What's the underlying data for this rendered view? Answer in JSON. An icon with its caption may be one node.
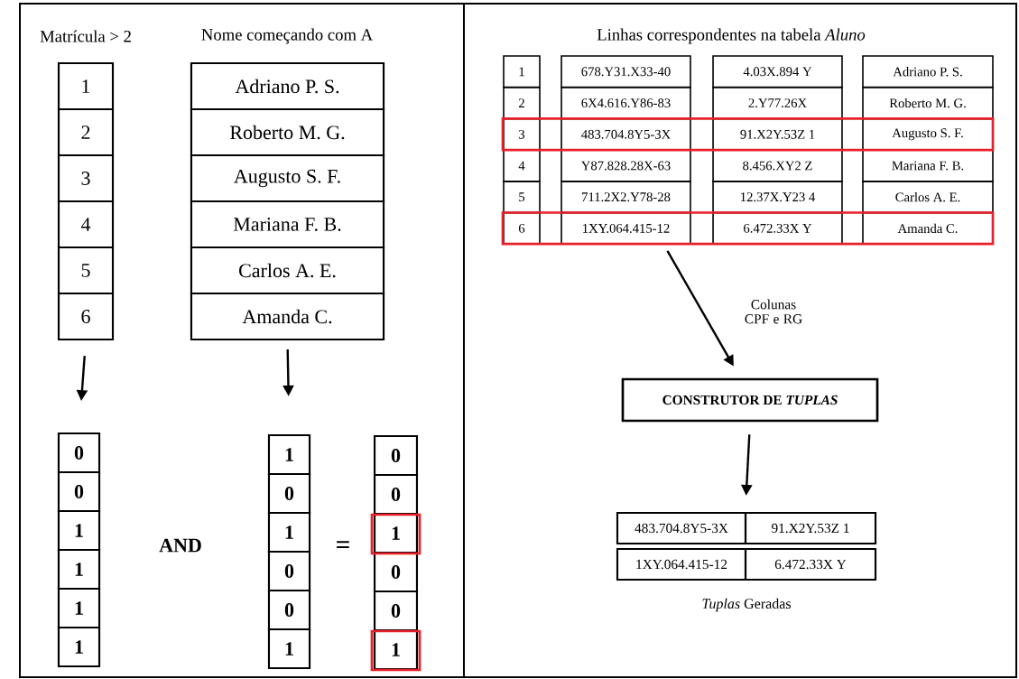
{
  "diagram": {
    "nodes": [
      {
        "text": [
          "1"
        ]
      },
      {
        "text": [
          "2"
        ]
      },
      {
        "text": [
          "3"
        ]
      },
      {
        "text": [
          "4"
        ]
      },
      {
        "text": [
          "5"
        ]
      },
      {
        "text": [
          "6"
        ]
      },
      {
        "text": [
          "Adriano P. S."
        ]
      },
      {
        "text": [
          "Roberto M. G."
        ]
      },
      {
        "text": [
          "Augusto S. F."
        ]
      },
      {
        "text": [
          "Mariana F. B."
        ]
      },
      {
        "text": [
          "Carlos A. E."
        ]
      },
      {
        "text": [
          "Amanda C."
        ]
      },
      {
        "text": [
          "0"
        ]
      },
      {
        "text": [
          "0"
        ]
      },
      {
        "text": [
          "1"
        ]
      },
      {
        "text": [
          "1"
        ]
      },
      {
        "text": [
          "1"
        ]
      },
      {
        "text": [
          "1"
        ]
      },
      {
        "text": [
          "1"
        ]
      },
      {
        "text": [
          "0"
        ]
      },
      {
        "text": [
          "1"
        ]
      },
      {
        "text": [
          "0"
        ]
      },
      {
        "text": [
          "0"
        ]
      },
      {
        "text": [
          "1"
        ]
      },
      {
        "text": [
          "0"
        ]
      },
      {
        "text": [
          "0"
        ]
      },
      {
        "text": [
          "1"
        ]
      },
      {
        "text": [
          "0"
        ]
      },
      {
        "text": [
          "0"
        ]
      },
      {
        "text": [
          "1"
        ]
      },
      {
        "text": [
          "1"
        ]
      },
      {
        "text": [
          "678.Y31.X33-40"
        ]
      },
      {
        "text": [
          "4.03X.894 Y"
        ]
      },
      {
        "text": [
          "Adriano P. S."
        ]
      },
      {
        "text": [
          "2"
        ]
      },
      {
        "text": [
          "6X4.616.Y86-83"
        ]
      },
      {
        "text": [
          "2.Y77.26X"
        ]
      },
      {
        "text": [
          "Roberto M. G."
        ]
      },
      {
        "text": [
          "3"
        ]
      },
      {
        "text": [
          "483.704.8Y5-3X"
        ]
      },
      {
        "text": [
          "91.X2Y.53Z 1"
        ]
      },
      {
        "text": [
          "Augusto S. F."
        ]
      },
      {
        "text": [
          "4"
        ]
      },
      {
        "text": [
          "Y87.828.28X-63"
        ]
      },
      {
        "text": [
          "8.456.XY2 Z"
        ]
      },
      {
        "text": [
          "Mariana F. B."
        ]
      },
      {
        "text": [
          "5"
        ]
      },
      {
        "text": [
          "711.2X2.Y78-28"
        ]
      },
      {
        "text": [
          "12.37X.Y23 4"
        ]
      },
      {
        "text": [
          "Carlos A. E."
        ]
      },
      {
        "text": [
          "6"
        ]
      },
      {
        "text": [
          "1XY.064.415-12"
        ]
      },
      {
        "text": [
          "6.472.33X Y"
        ]
      },
      {
        "text": [
          "Amanda C."
        ]
      },
      {
        "text": [
          "CONSTRUTOR DE *TUPLAS*"
        ]
      },
      {
        "text": [
          "483.704.8Y5-3X"
        ]
      },
      {
        "text": [
          "91.X2Y.53Z 1"
        ]
      },
      {
        "text": [
          "1XY.064.415-12"
        ]
      },
      {
        "text": [
          "6.472.33X Y"
        ]
      }
    ],
    "edges": [
      {
        "from": 5,
        "to": 12,
        "arrow": "to"
      },
      {
        "from": 11,
        "to": 18,
        "arrow": "to"
      },
      {
        "from": 51,
        "to": 54,
        "arrow": "to",
        "label": "Colunas CPF e RG"
      },
      {
        "from": 54,
        "to": 55,
        "arrow": "to"
      }
    ],
    "labels": [
      "Matrícula > 2",
      "Nome começando com A",
      "Linhas correspondentes na tabela *Aluno*",
      "AND",
      "=",
      "*Tuplas* Geradas"
    ]
  }
}
